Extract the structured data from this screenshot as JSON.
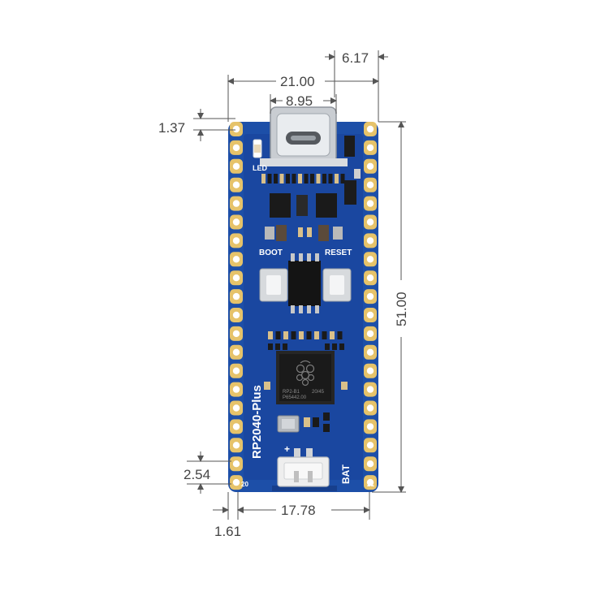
{
  "dimensions": {
    "header_offset": "6.17",
    "board_width": "21.00",
    "usb_width": "8.95",
    "top_offset": "1.37",
    "board_length": "51.00",
    "pin_pitch": "2.54",
    "row_spacing": "17.78",
    "side_offset": "1.61"
  },
  "board": {
    "name": "RP2040-Plus",
    "led_label": "LED",
    "boot_label": "BOOT",
    "reset_label": "RESET",
    "bat_label": "BAT",
    "pin_left": "20",
    "pin_right": "21",
    "chip_line1": "RP2-B1",
    "chip_line2": "20/45",
    "chip_line3": "P65442.00",
    "plus_sign": "+"
  },
  "colors": {
    "pcb": "#1d4fa8",
    "pcb_dark": "#173f8c",
    "gold": "#e6c36a",
    "dim_line": "#555555"
  }
}
